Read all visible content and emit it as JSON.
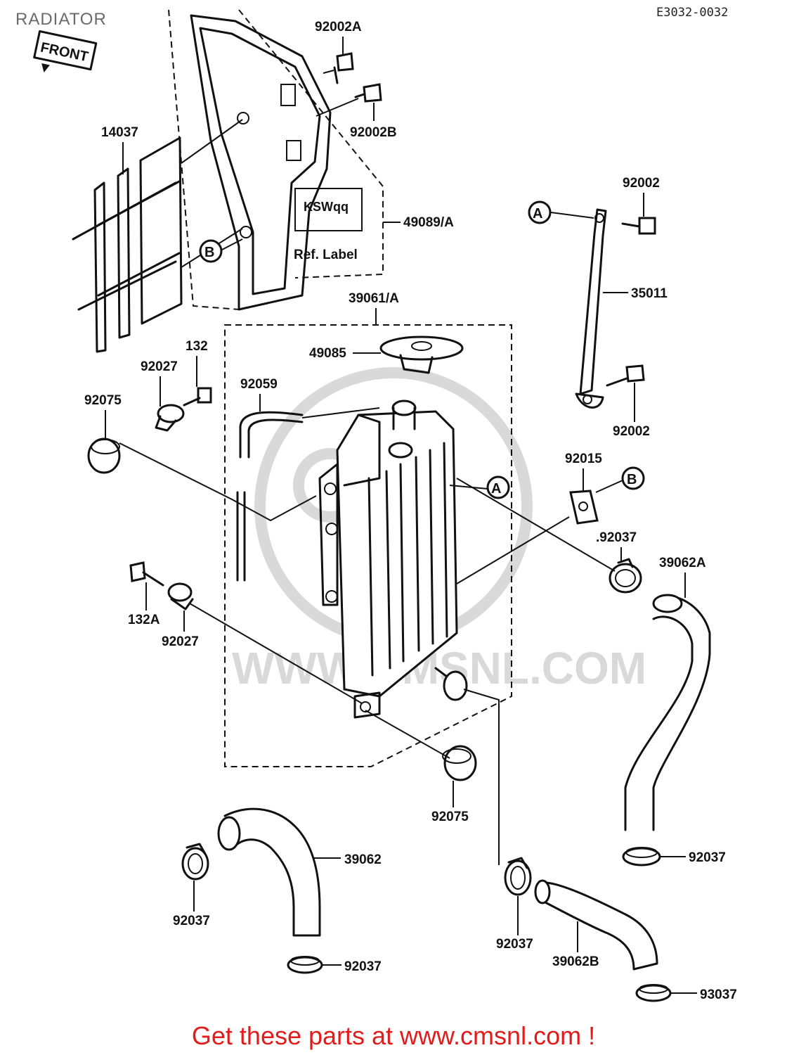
{
  "title": "RADIATOR",
  "diagram_code": "E3032-0032",
  "direction_label": "FRONT",
  "ref_label": "Ref. Label",
  "watermark_text": "WWW.CMSNL.COM",
  "footer_text": "Get these parts at www.cmsnl.com !",
  "callouts": {
    "a": "A",
    "b": "B"
  },
  "parts": {
    "p92002A": "92002A",
    "p92002B": "92002B",
    "p14037": "14037",
    "p49089A": "49089/A",
    "p92002_top": "92002",
    "p35011": "35011",
    "p92002_bottom": "92002",
    "p39061A": "39061/A",
    "p49085": "49085",
    "p132": "132",
    "p92027_top": "92027",
    "p92059": "92059",
    "p92075_left": "92075",
    "p92015": "92015",
    "p92037_mid": ".92037",
    "p39062A": "39062A",
    "p132A": "132A",
    "p92027_bottom": "92027",
    "p92075_bottom": "92075",
    "p39062": "39062",
    "p92037_left": "92037",
    "p92037_bottom": "92037",
    "p92037_center": "92037",
    "p39062B": "39062B",
    "p92037_right": "92037",
    "p93037": "93037"
  },
  "colors": {
    "footer": "#e21b1b",
    "title": "#6a6a6a",
    "watermark": "#d9d9d9"
  }
}
